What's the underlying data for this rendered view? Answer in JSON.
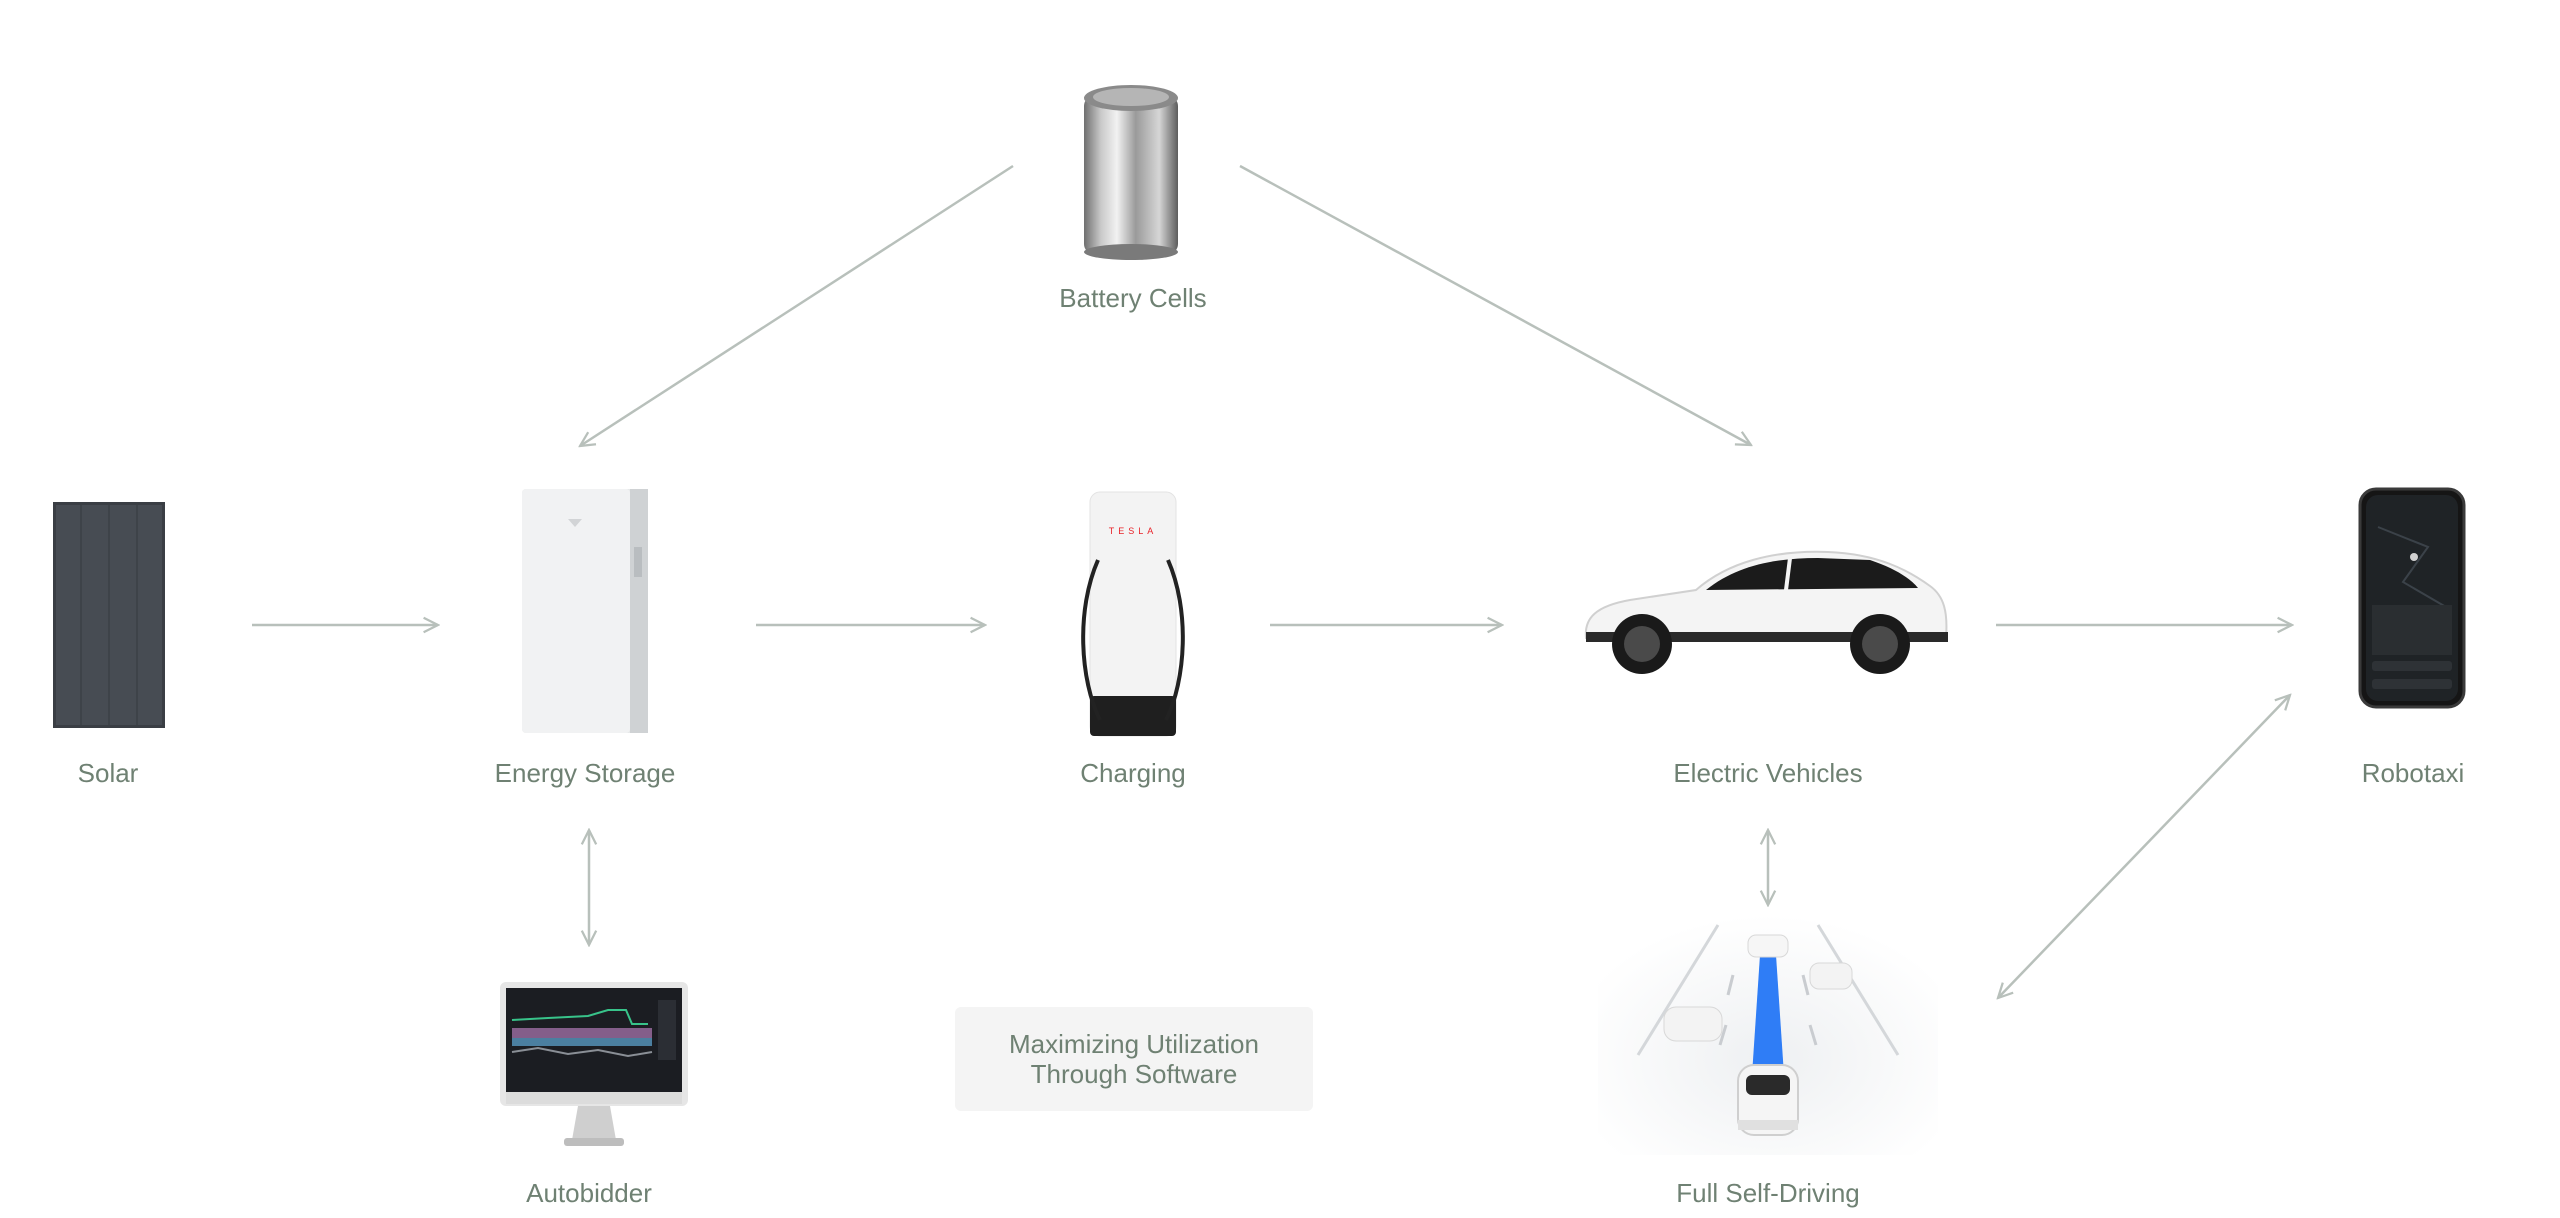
{
  "diagram": {
    "nodes": {
      "battery_cells": {
        "label": "Battery Cells"
      },
      "solar": {
        "label": "Solar"
      },
      "energy_storage": {
        "label": "Energy Storage"
      },
      "charging": {
        "label": "Charging",
        "brand_text": "TESLA"
      },
      "electric_vehicles": {
        "label": "Electric Vehicles"
      },
      "robotaxi": {
        "label": "Robotaxi"
      },
      "autobidder": {
        "label": "Autobidder"
      },
      "full_self_driving": {
        "label": "Full Self-Driving"
      }
    },
    "center_box": {
      "line1": "Maximizing Utilization",
      "line2": "Through Software"
    },
    "edges": [
      {
        "from": "Battery Cells",
        "to": "Energy Storage",
        "direction": "forward"
      },
      {
        "from": "Battery Cells",
        "to": "Electric Vehicles",
        "direction": "forward"
      },
      {
        "from": "Solar",
        "to": "Energy Storage",
        "direction": "forward"
      },
      {
        "from": "Energy Storage",
        "to": "Charging",
        "direction": "forward"
      },
      {
        "from": "Charging",
        "to": "Electric Vehicles",
        "direction": "forward"
      },
      {
        "from": "Electric Vehicles",
        "to": "Robotaxi",
        "direction": "forward"
      },
      {
        "from": "Energy Storage",
        "to": "Autobidder",
        "direction": "both"
      },
      {
        "from": "Electric Vehicles",
        "to": "Full Self-Driving",
        "direction": "both"
      },
      {
        "from": "Full Self-Driving",
        "to": "Robotaxi",
        "direction": "both"
      }
    ],
    "colors": {
      "label": "#6f8173",
      "arrow": "#b8c0bb",
      "box_bg": "#f4f4f4",
      "brand_red": "#e82127",
      "fsd_path": "#2f7df6"
    }
  }
}
